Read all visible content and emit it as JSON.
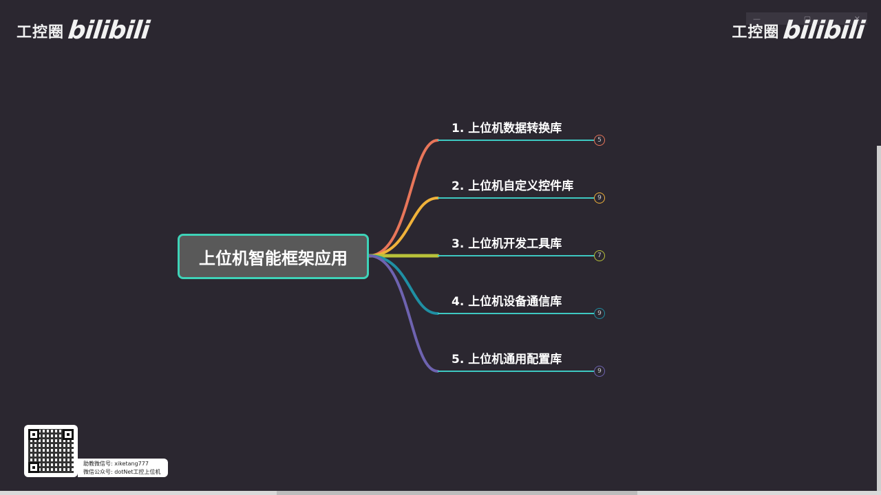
{
  "watermark": {
    "text": "工控圈",
    "logo": "bilibili"
  },
  "mindmap": {
    "root": "上位机智能框架应用",
    "branches": [
      {
        "label": "1. 上位机数据转换库",
        "count": "5",
        "color": "#e8765a"
      },
      {
        "label": "2. 上位机自定义控件库",
        "count": "9",
        "color": "#f0b23a"
      },
      {
        "label": "3. 上位机开发工具库",
        "count": "7",
        "color": "#b9c23a"
      },
      {
        "label": "4. 上位机设备通信库",
        "count": "9",
        "color": "#1f8fa3"
      },
      {
        "label": "5. 上位机通用配置库",
        "count": "9",
        "color": "#6e63b0"
      }
    ],
    "underline_color": "#3ec9c2"
  },
  "footer": {
    "qr_line1": "助教微信号: xiketang777",
    "qr_line2": "微信公众号: dotNet工控上位机"
  }
}
